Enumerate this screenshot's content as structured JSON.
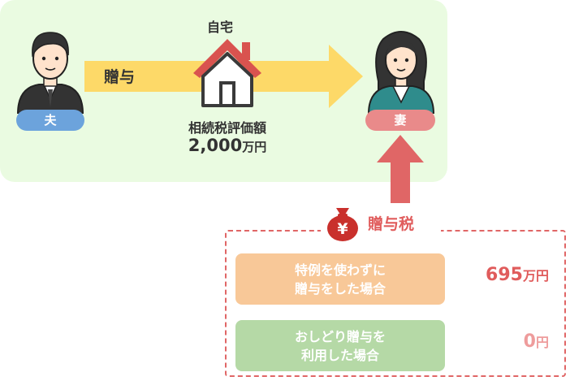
{
  "husband_label": "夫",
  "wife_label": "妻",
  "gift_label": "贈与",
  "home_label": "自宅",
  "valuation": {
    "label": "相続税評価額",
    "amount": "2,000",
    "unit": "万円"
  },
  "tax": {
    "title": "贈与税",
    "coin_symbol": "¥",
    "cases": [
      {
        "line1": "特例を使わずに",
        "line2": "贈与をした場合",
        "amount": "695",
        "unit": "万円",
        "color": "#f8c898",
        "value_color": "#e05c5c"
      },
      {
        "line1": "おしどり贈与を",
        "line2": "利用した場合",
        "amount": "0",
        "unit": "円",
        "color": "#b5d9a6",
        "value_color": "#ee9c9c"
      }
    ]
  },
  "colors": {
    "panel_bg": "#eafbe1",
    "arrow_yellow": "#fdd968",
    "arrow_red": "#e06666",
    "husband_blue": "#6ca3dc",
    "wife_pink": "#e98a8a",
    "house_red": "#d9534f"
  }
}
